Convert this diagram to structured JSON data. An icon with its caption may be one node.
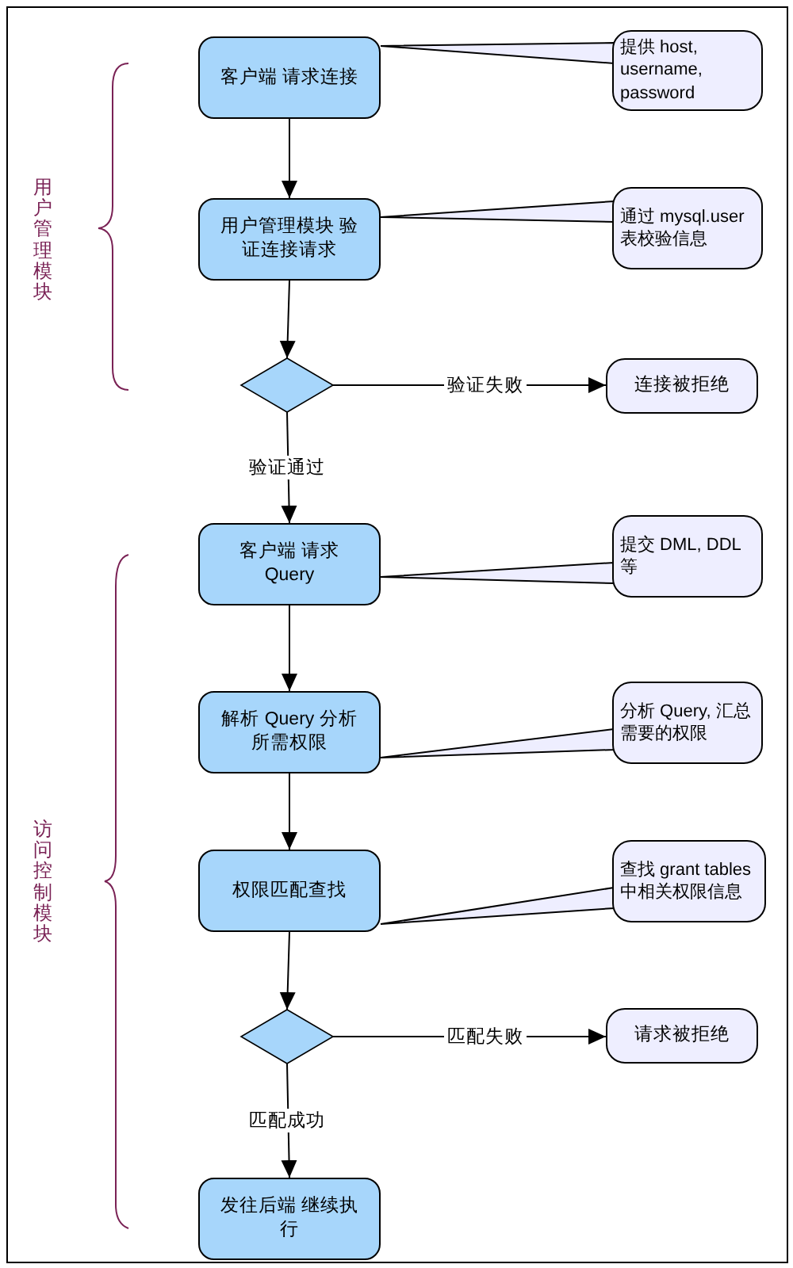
{
  "diagram": {
    "nodes": [
      {
        "text": [
          "客户端 请求连接"
        ]
      },
      {
        "text": [
          "提供 host, username, password"
        ]
      },
      {
        "text": [
          "用户管理模块 验证连接请求"
        ]
      },
      {
        "text": [
          "通过 mysql.user 表校验信息"
        ]
      },
      {
        "text": [],
        "shape": "diamond"
      },
      {
        "text": [
          "连接被拒绝"
        ]
      },
      {
        "text": [
          "客户端 请求 Query"
        ]
      },
      {
        "text": [
          "提交 DML, DDL 等"
        ]
      },
      {
        "text": [
          "解析 Query 分析所需权限"
        ]
      },
      {
        "text": [
          "分析 Query, 汇总需要的权限"
        ]
      },
      {
        "text": [
          "权限匹配查找"
        ]
      },
      {
        "text": [
          "查找 grant tables 中相关权限信息"
        ]
      },
      {
        "text": [],
        "shape": "diamond"
      },
      {
        "text": [
          "请求被拒绝"
        ]
      },
      {
        "text": [
          "发往后端 继续执行"
        ]
      }
    ],
    "edges": [
      {
        "from": 0,
        "to": 2,
        "arrow": "to"
      },
      {
        "from": 2,
        "to": 4,
        "arrow": "to"
      },
      {
        "from": 4,
        "to": 5,
        "arrow": "to",
        "label": "验证失败"
      },
      {
        "from": 4,
        "to": 6,
        "arrow": "to",
        "label": "验证通过"
      },
      {
        "from": 6,
        "to": 8,
        "arrow": "to"
      },
      {
        "from": 8,
        "to": 10,
        "arrow": "to"
      },
      {
        "from": 10,
        "to": 12,
        "arrow": "to"
      },
      {
        "from": 12,
        "to": 13,
        "arrow": "to",
        "label": "匹配失败"
      },
      {
        "from": 12,
        "to": 14,
        "arrow": "to",
        "label": "匹配成功"
      },
      {
        "from": 1,
        "to": 0,
        "arrow": "none"
      },
      {
        "from": 3,
        "to": 2,
        "arrow": "none"
      },
      {
        "from": 7,
        "to": 6,
        "arrow": "none"
      },
      {
        "from": 9,
        "to": 8,
        "arrow": "none"
      },
      {
        "from": 11,
        "to": 10,
        "arrow": "none"
      }
    ],
    "labels": [
      "用户管理模块",
      "访问控制模块"
    ]
  }
}
